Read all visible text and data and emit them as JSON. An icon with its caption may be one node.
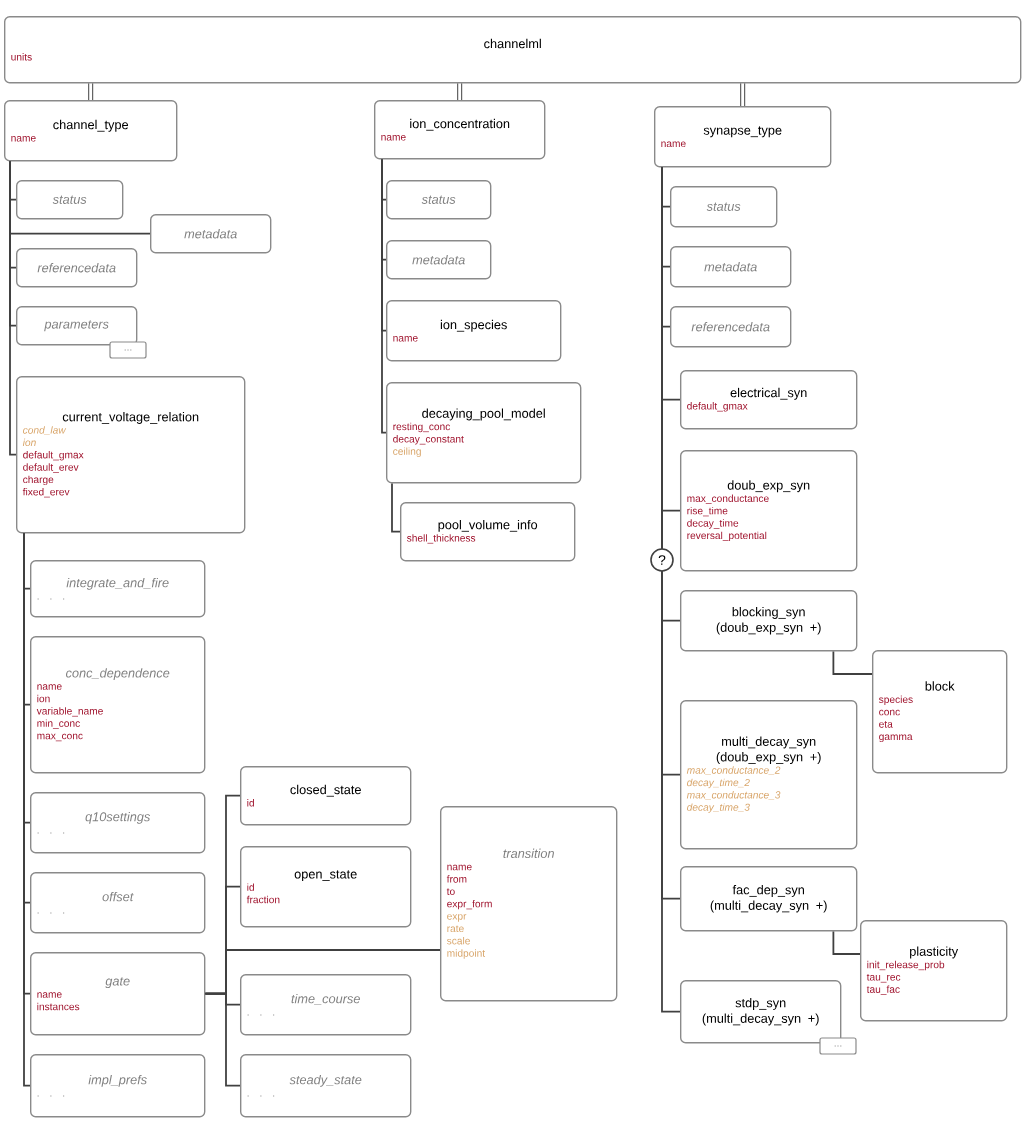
{
  "diagram": {
    "nodes": [
      {
        "text": [
          "channelml",
          "units"
        ]
      },
      {
        "text": [
          "channel_type",
          "name"
        ]
      },
      {
        "text": [
          "status"
        ]
      },
      {
        "text": [
          "metadata"
        ]
      },
      {
        "text": [
          "referencedata"
        ]
      },
      {
        "text": [
          "parameters"
        ]
      },
      {
        "text": [
          "current_voltage_relation",
          "cond_law",
          "ion",
          "default_gmax",
          "default_erev",
          "charge",
          "fixed_erev"
        ]
      },
      {
        "text": [
          "integrate_and_fire",
          ". . ."
        ]
      },
      {
        "text": [
          "conc_dependence",
          "name",
          "ion",
          "variable_name",
          "min_conc",
          "max_conc"
        ]
      },
      {
        "text": [
          "q10settings",
          ". . ."
        ]
      },
      {
        "text": [
          "offset",
          ". . ."
        ]
      },
      {
        "text": [
          "gate",
          "name",
          "instances"
        ]
      },
      {
        "text": [
          "impl_prefs",
          ". . ."
        ]
      },
      {
        "text": [
          "closed_state",
          "id"
        ]
      },
      {
        "text": [
          "open_state",
          "id",
          "fraction"
        ]
      },
      {
        "text": [
          "time_course",
          ". . ."
        ]
      },
      {
        "text": [
          "steady_state",
          ". . ."
        ]
      },
      {
        "text": [
          "transition",
          "name",
          "from",
          "to",
          "expr_form",
          "expr",
          "rate",
          "scale",
          "midpoint"
        ]
      },
      {
        "text": [
          "ion_concentration",
          "name"
        ]
      },
      {
        "text": [
          "status"
        ]
      },
      {
        "text": [
          "metadata"
        ]
      },
      {
        "text": [
          "ion_species",
          "name"
        ]
      },
      {
        "text": [
          "decaying_pool_model",
          "resting_conc",
          "decay_constant",
          "ceiling"
        ]
      },
      {
        "text": [
          "pool_volume_info",
          "shell_thickness"
        ]
      },
      {
        "text": [
          "synapse_type",
          "name"
        ]
      },
      {
        "text": [
          "status"
        ]
      },
      {
        "text": [
          "metadata"
        ]
      },
      {
        "text": [
          "referencedata"
        ]
      },
      {
        "text": [
          "electrical_syn",
          "default_gmax"
        ]
      },
      {
        "text": [
          "doub_exp_syn",
          "max_conductance",
          "rise_time",
          "decay_time",
          "reversal_potential"
        ]
      },
      {
        "text": [
          "blocking_syn",
          "(doub_exp_syn +)"
        ]
      },
      {
        "text": [
          "block",
          "species",
          "conc",
          "eta",
          "gamma"
        ]
      },
      {
        "text": [
          "multi_decay_syn",
          "(doub_exp_syn +)",
          "max_conductance_2",
          "decay_time_2",
          "max_conductance_3",
          "decay_time_3"
        ]
      },
      {
        "text": [
          "fac_dep_syn",
          "(multi_decay_syn +)"
        ]
      },
      {
        "text": [
          "plasticity",
          "init_release_prob",
          "tau_rec",
          "tau_fac"
        ]
      },
      {
        "text": [
          "stdp_syn",
          "(multi_decay_syn +)"
        ]
      }
    ],
    "edges": [
      {
        "from": 0,
        "to": 1,
        "arrow": "none",
        "style": "thick"
      },
      {
        "from": 0,
        "to": 18,
        "arrow": "none",
        "style": "thick"
      },
      {
        "from": 0,
        "to": 24,
        "arrow": "none",
        "style": "thick"
      },
      {
        "from": 1,
        "to": 2,
        "arrow": "none"
      },
      {
        "from": 1,
        "to": 3,
        "arrow": "none"
      },
      {
        "from": 1,
        "to": 4,
        "arrow": "none"
      },
      {
        "from": 1,
        "to": 5,
        "arrow": "none"
      },
      {
        "from": 1,
        "to": 6,
        "arrow": "none"
      },
      {
        "from": 6,
        "to": 7,
        "arrow": "none"
      },
      {
        "from": 6,
        "to": 8,
        "arrow": "none"
      },
      {
        "from": 6,
        "to": 9,
        "arrow": "none"
      },
      {
        "from": 6,
        "to": 10,
        "arrow": "none"
      },
      {
        "from": 6,
        "to": 11,
        "arrow": "none"
      },
      {
        "from": 6,
        "to": 12,
        "arrow": "none"
      },
      {
        "from": 11,
        "to": 13,
        "arrow": "none"
      },
      {
        "from": 11,
        "to": 14,
        "arrow": "none"
      },
      {
        "from": 11,
        "to": 17,
        "arrow": "none"
      },
      {
        "from": 11,
        "to": 15,
        "arrow": "none"
      },
      {
        "from": 11,
        "to": 16,
        "arrow": "none"
      },
      {
        "from": 18,
        "to": 19,
        "arrow": "none"
      },
      {
        "from": 18,
        "to": 20,
        "arrow": "none"
      },
      {
        "from": 18,
        "to": 21,
        "arrow": "none"
      },
      {
        "from": 18,
        "to": 22,
        "arrow": "none"
      },
      {
        "from": 22,
        "to": 23,
        "arrow": "none"
      },
      {
        "from": 24,
        "to": 25,
        "arrow": "none"
      },
      {
        "from": 24,
        "to": 26,
        "arrow": "none"
      },
      {
        "from": 24,
        "to": 27,
        "arrow": "none"
      },
      {
        "from": 24,
        "to": 28,
        "arrow": "none"
      },
      {
        "from": 24,
        "to": 29,
        "arrow": "none"
      },
      {
        "from": 24,
        "to": 30,
        "arrow": "none"
      },
      {
        "from": 24,
        "to": 32,
        "arrow": "none"
      },
      {
        "from": 24,
        "to": 33,
        "arrow": "none"
      },
      {
        "from": 24,
        "to": 35,
        "arrow": "none"
      },
      {
        "from": 30,
        "to": 31,
        "arrow": "none"
      },
      {
        "from": 33,
        "to": 34,
        "arrow": "none"
      }
    ],
    "labels": [
      "...",
      "?",
      "..."
    ]
  }
}
